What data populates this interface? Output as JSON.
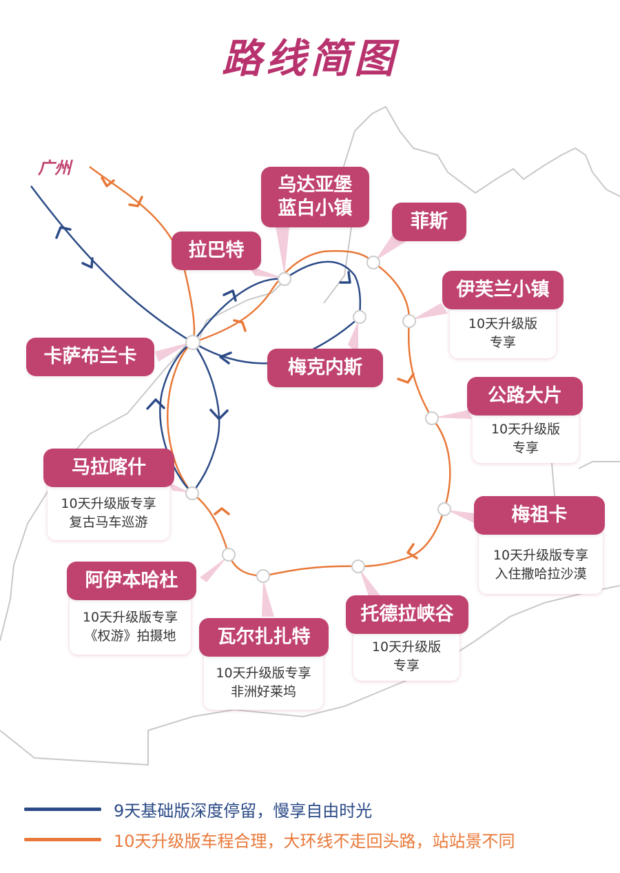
{
  "title": "路线简图",
  "origin": "广州",
  "colors": {
    "basic_route": "#2b4a86",
    "upgrade_route": "#e87838",
    "label_bg": "#c0426f",
    "title": "#b8326e",
    "border": "#cccccc"
  },
  "stops": {
    "udaya": "乌达亚堡\n蓝白小镇",
    "fes": "菲斯",
    "rabat": "拉巴特",
    "ifrane": "伊芙兰小镇",
    "ifrane_note": "10天升级版\n专享",
    "casablanca": "卡萨布兰卡",
    "meknes": "梅克内斯",
    "road_film": "公路大片",
    "road_film_note": "10天升级版\n专享",
    "marrakech": "马拉喀什",
    "marrakech_note": "10天升级版专享\n复古马车巡游",
    "merzouga": "梅祖卡",
    "merzouga_note": "10天升级版专享\n入住撒哈拉沙漠",
    "ait_benhaddou": "阿伊本哈杜",
    "ait_benhaddou_note": "10天升级版专享\n《权游》拍摄地",
    "todra": "托德拉峡谷",
    "todra_note": "10天升级版\n专享",
    "ouarzazate": "瓦尔扎扎特",
    "ouarzazate_note": "10天升级版专享\n非洲好莱坞"
  },
  "legend": [
    {
      "text": "9天基础版深度停留，慢享自由时光",
      "color": "#2b4a86"
    },
    {
      "text": "10天升级版车程合理，大环线不走回头路，站站景不同",
      "color": "#e87838"
    }
  ]
}
